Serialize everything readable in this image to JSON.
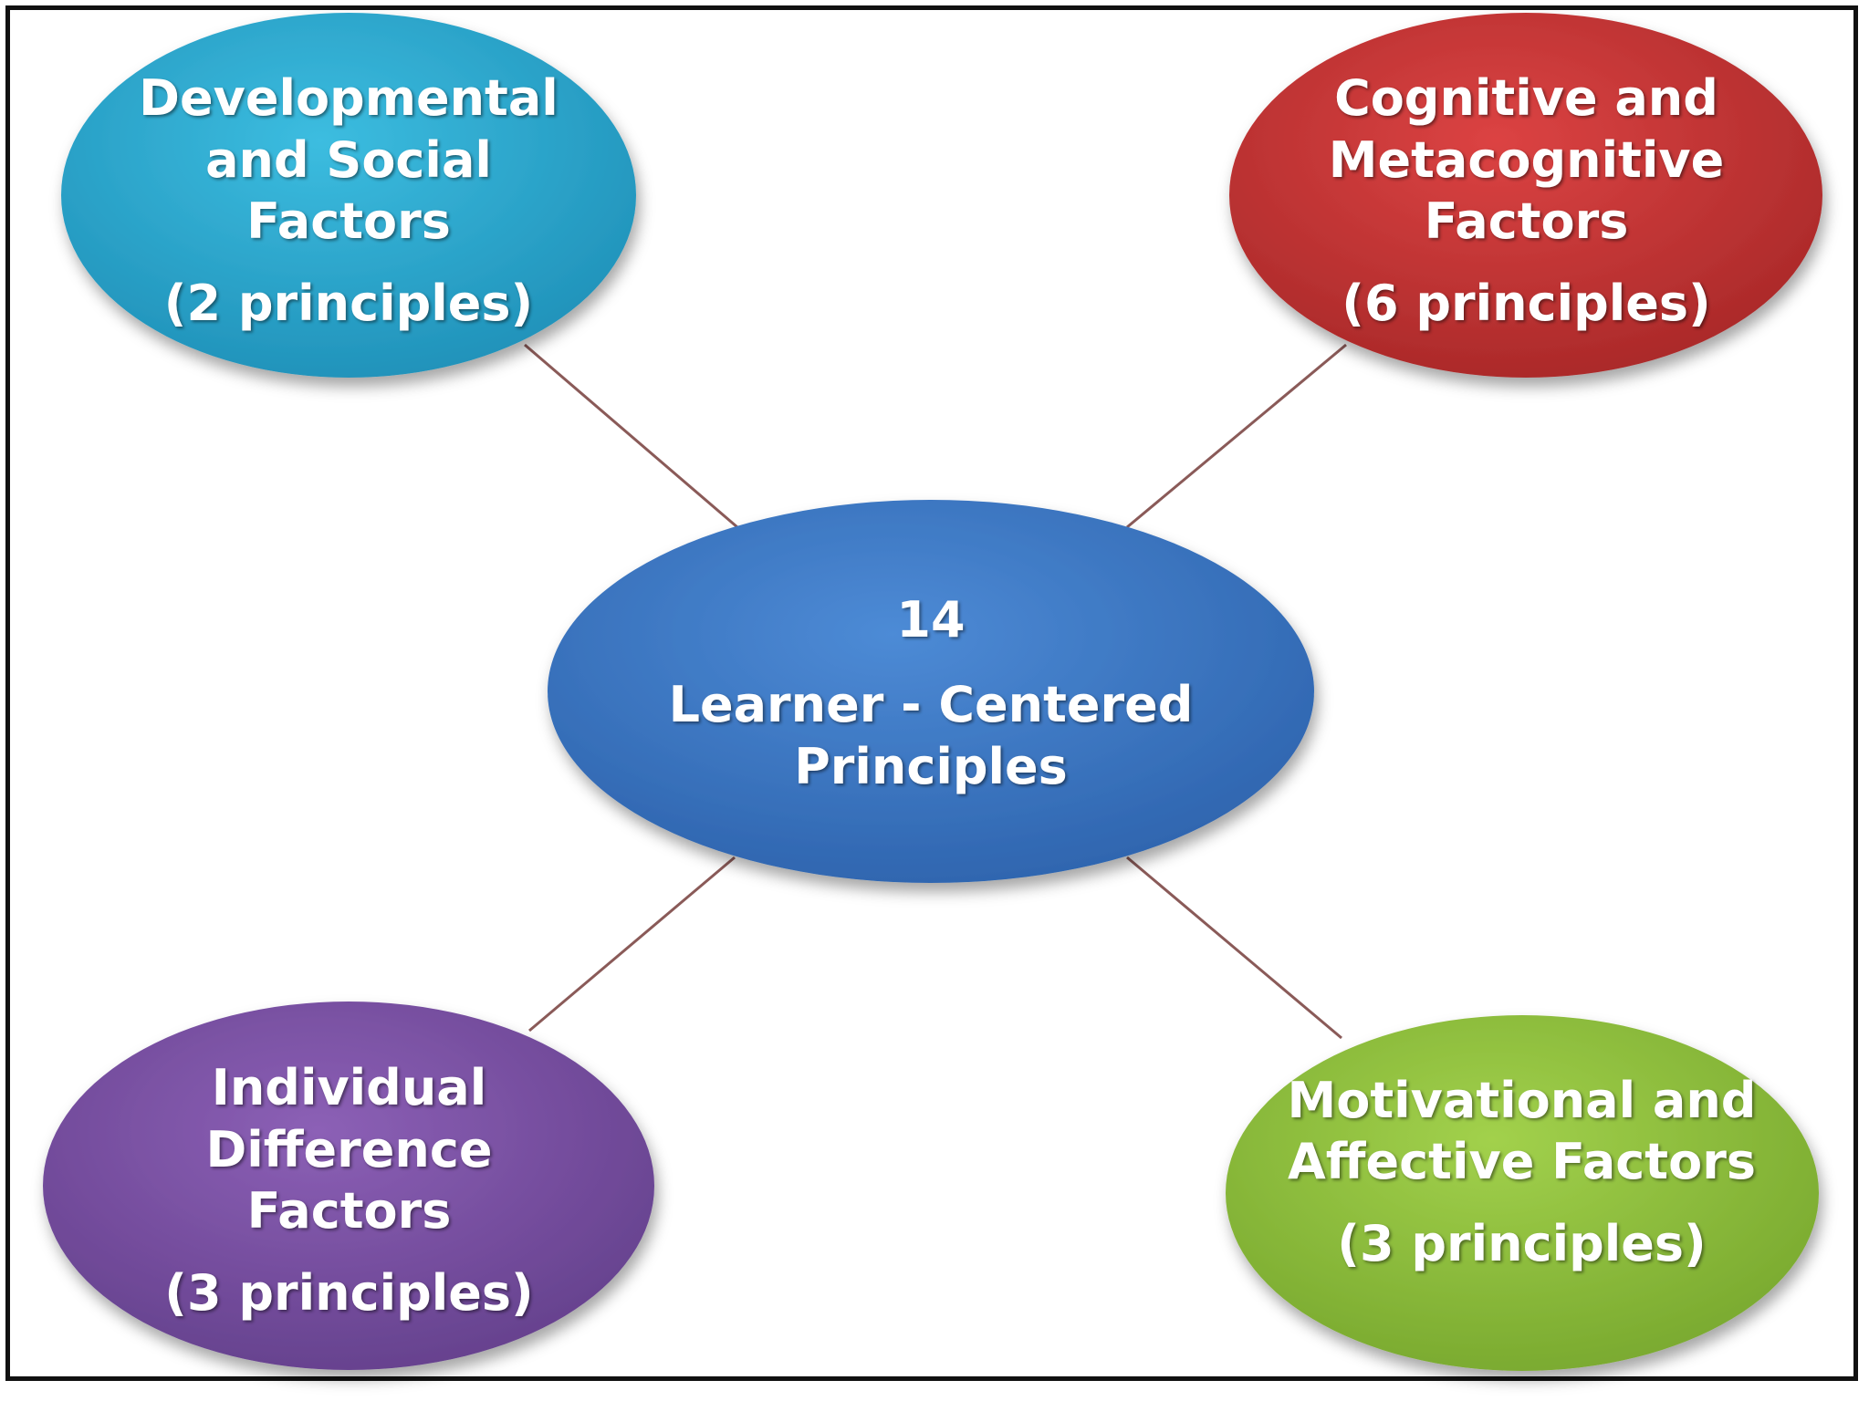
{
  "diagram": {
    "center": {
      "number": "14",
      "line1": "Learner - Centered",
      "line2": "Principles",
      "color": "#3a72c2"
    },
    "nodes": {
      "top_left": {
        "lines": [
          "Developmental",
          "and Social",
          "Factors"
        ],
        "count": "(2 principles)",
        "color": "#2ea6cc"
      },
      "top_right": {
        "lines": [
          "Cognitive and",
          "Metacognitive",
          "Factors"
        ],
        "count": "(6 principles)",
        "color": "#c93434"
      },
      "bottom_left": {
        "lines": [
          "Individual",
          "Difference",
          "Factors"
        ],
        "count": "(3 principles)",
        "color": "#7a4fa4"
      },
      "bottom_right": {
        "lines": [
          "Motivational and",
          "Affective Factors"
        ],
        "count": "(3 principles)",
        "color": "#8dbd3a"
      }
    },
    "connector_color": "#8a5a58"
  }
}
